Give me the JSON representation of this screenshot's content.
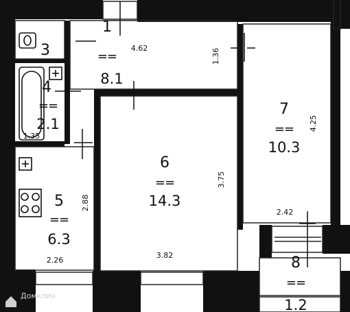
{
  "rooms": [
    {
      "number": "1",
      "eq": "==",
      "area": "8.1"
    },
    {
      "number": "3",
      "eq": "",
      "area": ""
    },
    {
      "number": "4",
      "eq": "==",
      "area": "2.1"
    },
    {
      "number": "5",
      "eq": "==",
      "area": "6.3"
    },
    {
      "number": "6",
      "eq": "==",
      "area": "14.3"
    },
    {
      "number": "7",
      "eq": "==",
      "area": "10.3"
    },
    {
      "number": "8",
      "eq": "==",
      "area": "1.2"
    }
  ],
  "dimensions": [
    "4.62",
    "1.36",
    "1.35",
    "2.88",
    "3.75",
    "3.82",
    "2.26",
    "4.25",
    "2.42"
  ],
  "watermark": "Домклик",
  "colors": {
    "wall": "#111111",
    "line": "#222222",
    "background": "#ffffff"
  },
  "icons": [
    "toilet-icon",
    "bathtub-icon",
    "stove-icon",
    "sink-icon"
  ]
}
